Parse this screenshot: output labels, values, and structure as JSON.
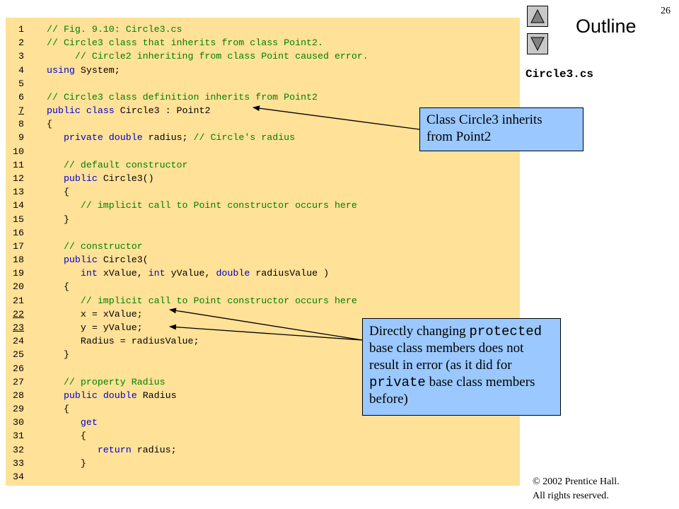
{
  "slide_number": "26",
  "nav": {
    "title": "Outline",
    "file_name": "Circle3.cs"
  },
  "code": [
    {
      "num": "1",
      "underline": false,
      "tokens": [
        {
          "c": "cm",
          "t": "// Fig. 9.10: Circle3.cs"
        }
      ]
    },
    {
      "num": "2",
      "underline": false,
      "tokens": [
        {
          "c": "cm",
          "t": "// Circle3 class that inherits from class Point2."
        }
      ]
    },
    {
      "num": "3",
      "underline": false,
      "tokens": [
        {
          "c": "cm",
          "t": "     // Circle2 inheriting from class Point caused error."
        }
      ]
    },
    {
      "num": "4",
      "underline": false,
      "tokens": [
        {
          "c": "kw",
          "t": "using"
        },
        {
          "c": "",
          "t": " System;"
        }
      ]
    },
    {
      "num": "5",
      "underline": false,
      "tokens": []
    },
    {
      "num": "6",
      "underline": false,
      "tokens": [
        {
          "c": "cm",
          "t": "// Circle3 class definition inherits from Point2"
        }
      ]
    },
    {
      "num": "7",
      "underline": true,
      "tokens": [
        {
          "c": "kw",
          "t": "public"
        },
        {
          "c": "",
          "t": " "
        },
        {
          "c": "kw",
          "t": "class"
        },
        {
          "c": "",
          "t": " Circle3 : Point2"
        }
      ]
    },
    {
      "num": "8",
      "underline": false,
      "tokens": [
        {
          "c": "",
          "t": "{"
        }
      ]
    },
    {
      "num": "9",
      "underline": false,
      "tokens": [
        {
          "c": "",
          "t": "   "
        },
        {
          "c": "kw",
          "t": "private"
        },
        {
          "c": "",
          "t": " "
        },
        {
          "c": "kw",
          "t": "double"
        },
        {
          "c": "",
          "t": " radius; "
        },
        {
          "c": "cm",
          "t": "// Circle's radius"
        }
      ]
    },
    {
      "num": "10",
      "underline": false,
      "tokens": []
    },
    {
      "num": "11",
      "underline": false,
      "tokens": [
        {
          "c": "cm",
          "t": "   // default constructor"
        }
      ]
    },
    {
      "num": "12",
      "underline": false,
      "tokens": [
        {
          "c": "",
          "t": "   "
        },
        {
          "c": "kw",
          "t": "public"
        },
        {
          "c": "",
          "t": " Circle3()"
        }
      ]
    },
    {
      "num": "13",
      "underline": false,
      "tokens": [
        {
          "c": "",
          "t": "   {"
        }
      ]
    },
    {
      "num": "14",
      "underline": false,
      "tokens": [
        {
          "c": "cm",
          "t": "      // implicit call to Point constructor occurs here"
        }
      ]
    },
    {
      "num": "15",
      "underline": false,
      "tokens": [
        {
          "c": "",
          "t": "   }"
        }
      ]
    },
    {
      "num": "16",
      "underline": false,
      "tokens": []
    },
    {
      "num": "17",
      "underline": false,
      "tokens": [
        {
          "c": "cm",
          "t": "   // constructor"
        }
      ]
    },
    {
      "num": "18",
      "underline": false,
      "tokens": [
        {
          "c": "",
          "t": "   "
        },
        {
          "c": "kw",
          "t": "public"
        },
        {
          "c": "",
          "t": " Circle3("
        }
      ]
    },
    {
      "num": "19",
      "underline": false,
      "tokens": [
        {
          "c": "",
          "t": "      "
        },
        {
          "c": "kw",
          "t": "int"
        },
        {
          "c": "",
          "t": " xValue, "
        },
        {
          "c": "kw",
          "t": "int"
        },
        {
          "c": "",
          "t": " yValue, "
        },
        {
          "c": "kw",
          "t": "double"
        },
        {
          "c": "",
          "t": " radiusValue )"
        }
      ]
    },
    {
      "num": "20",
      "underline": false,
      "tokens": [
        {
          "c": "",
          "t": "   {"
        }
      ]
    },
    {
      "num": "21",
      "underline": false,
      "tokens": [
        {
          "c": "cm",
          "t": "      // implicit call to Point constructor occurs here"
        }
      ]
    },
    {
      "num": "22",
      "underline": true,
      "tokens": [
        {
          "c": "",
          "t": "      x = xValue;"
        }
      ]
    },
    {
      "num": "23",
      "underline": true,
      "tokens": [
        {
          "c": "",
          "t": "      y = yValue;"
        }
      ]
    },
    {
      "num": "24",
      "underline": false,
      "tokens": [
        {
          "c": "",
          "t": "      Radius = radiusValue;"
        }
      ]
    },
    {
      "num": "25",
      "underline": false,
      "tokens": [
        {
          "c": "",
          "t": "   }"
        }
      ]
    },
    {
      "num": "26",
      "underline": false,
      "tokens": []
    },
    {
      "num": "27",
      "underline": false,
      "tokens": [
        {
          "c": "cm",
          "t": "   // property Radius"
        }
      ]
    },
    {
      "num": "28",
      "underline": false,
      "tokens": [
        {
          "c": "",
          "t": "   "
        },
        {
          "c": "kw",
          "t": "public"
        },
        {
          "c": "",
          "t": " "
        },
        {
          "c": "kw",
          "t": "double"
        },
        {
          "c": "",
          "t": " Radius"
        }
      ]
    },
    {
      "num": "29",
      "underline": false,
      "tokens": [
        {
          "c": "",
          "t": "   {"
        }
      ]
    },
    {
      "num": "30",
      "underline": false,
      "tokens": [
        {
          "c": "",
          "t": "      "
        },
        {
          "c": "kw",
          "t": "get"
        }
      ]
    },
    {
      "num": "31",
      "underline": false,
      "tokens": [
        {
          "c": "",
          "t": "      {"
        }
      ]
    },
    {
      "num": "32",
      "underline": false,
      "tokens": [
        {
          "c": "",
          "t": "         "
        },
        {
          "c": "kw",
          "t": "return"
        },
        {
          "c": "",
          "t": " radius;"
        }
      ]
    },
    {
      "num": "33",
      "underline": false,
      "tokens": [
        {
          "c": "",
          "t": "      }"
        }
      ]
    },
    {
      "num": "34",
      "underline": false,
      "tokens": []
    }
  ],
  "callout1": {
    "line1": "Class Circle3 inherits",
    "line2": "from Point2"
  },
  "callout2": {
    "part1": "Directly changing ",
    "mono1": "protected",
    "part2": " base class members does not result in error (as it did for ",
    "mono2": "private",
    "part3": " base class members before)"
  },
  "copyright": {
    "line1": "© 2002 Prentice Hall.",
    "line2": "All rights reserved."
  },
  "colors": {
    "code_bg": "#ffe198",
    "callout_bg": "#9ac8ff",
    "keyword": "#0000cc",
    "comment": "#008000"
  }
}
